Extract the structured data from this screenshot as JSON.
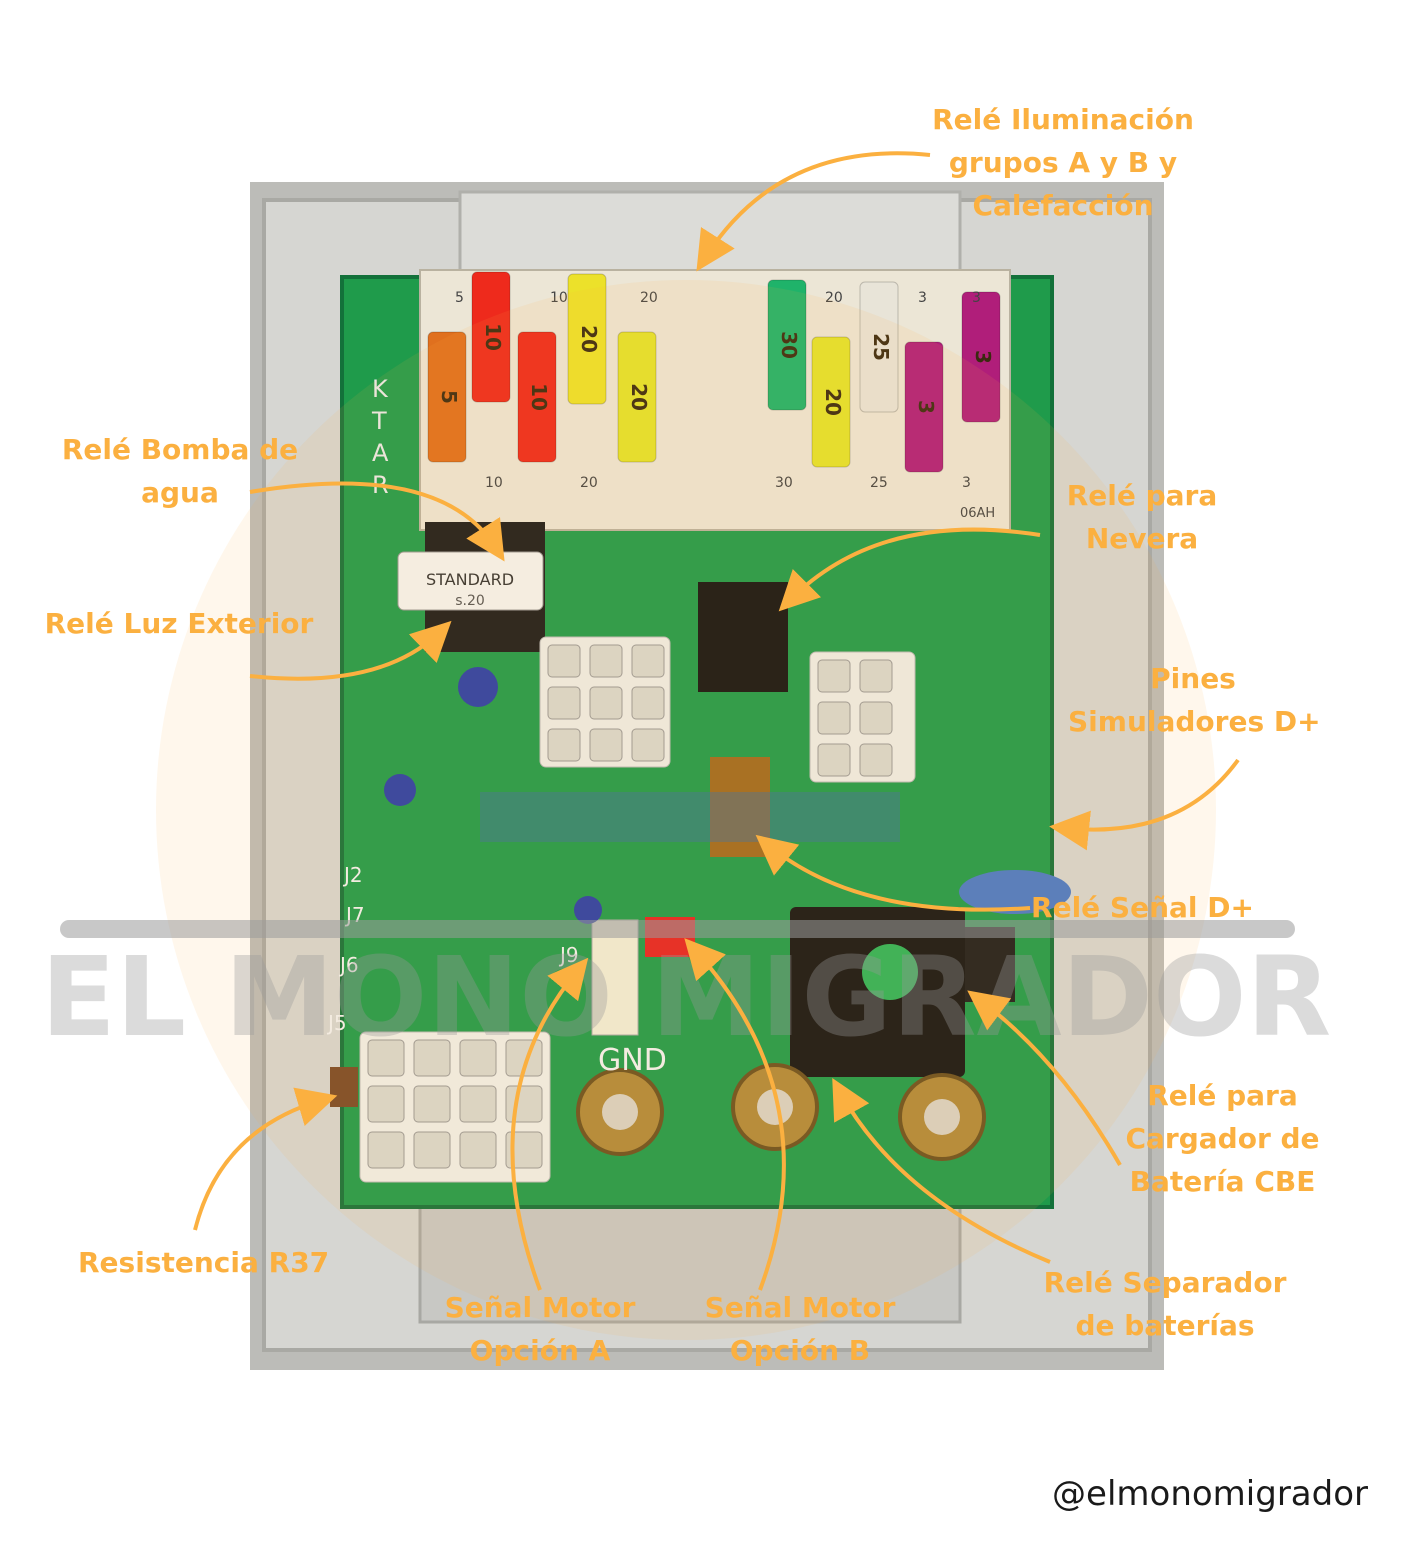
{
  "labels": {
    "rele_iluminacion": [
      "Relé Iluminación",
      "grupos A y B y",
      "Calefacción"
    ],
    "rele_bomba": [
      "Relé Bomba de",
      "agua"
    ],
    "rele_nevera": [
      "Relé para",
      "Nevera"
    ],
    "rele_luz_exterior": [
      "Relé Luz Exterior"
    ],
    "pines_simuladores": [
      "Pines",
      "Simuladores D+"
    ],
    "rele_senal_d": [
      "Relé Señal D+"
    ],
    "rele_cargador": [
      "Relé para",
      "Cargador de",
      "Batería CBE"
    ],
    "resistencia": [
      "Resistencia R37"
    ],
    "senal_motor_a": [
      "Señal Motor",
      "Opción A"
    ],
    "senal_motor_b": [
      "Señal Motor",
      "Opción B"
    ],
    "rele_separador": [
      "Relé Separador",
      "de baterías"
    ]
  },
  "board": {
    "sticker": [
      "STANDARD",
      "s.20"
    ],
    "connector_labels": [
      "J9",
      "J6",
      "J5",
      "J7",
      "J2",
      "GND"
    ],
    "fuse_top_numbers": [
      "5",
      "10",
      "20",
      "20",
      "3",
      "3"
    ],
    "fuse_bottom_numbers": [
      "10",
      "20",
      "30",
      "25",
      "3"
    ],
    "fuses": [
      {
        "value": "5",
        "color": "#e0701e"
      },
      {
        "value": "10",
        "color": "#ee2a1c"
      },
      {
        "value": "10",
        "color": "#ee2a1c"
      },
      {
        "value": "20",
        "color": "#ece12a"
      },
      {
        "value": "20",
        "color": "#e4e22c"
      },
      {
        "value": "30",
        "color": "#1fb36a"
      },
      {
        "value": "20",
        "color": "#e4e22c"
      },
      {
        "value": "25",
        "color": "#e8e4d8"
      },
      {
        "value": "3",
        "color": "#b01e7a"
      },
      {
        "value": "3",
        "color": "#b01e7a"
      }
    ],
    "vertical_letters": [
      "K",
      "T",
      "A",
      "R"
    ],
    "panel_code": "06AH"
  },
  "watermark": {
    "text": "EL MONO MIGRADOR"
  },
  "handle": "@elmonomigrador",
  "colors": {
    "accent": "#fbb040",
    "board": "#1e9a4a",
    "case": "#cfcfcc"
  }
}
